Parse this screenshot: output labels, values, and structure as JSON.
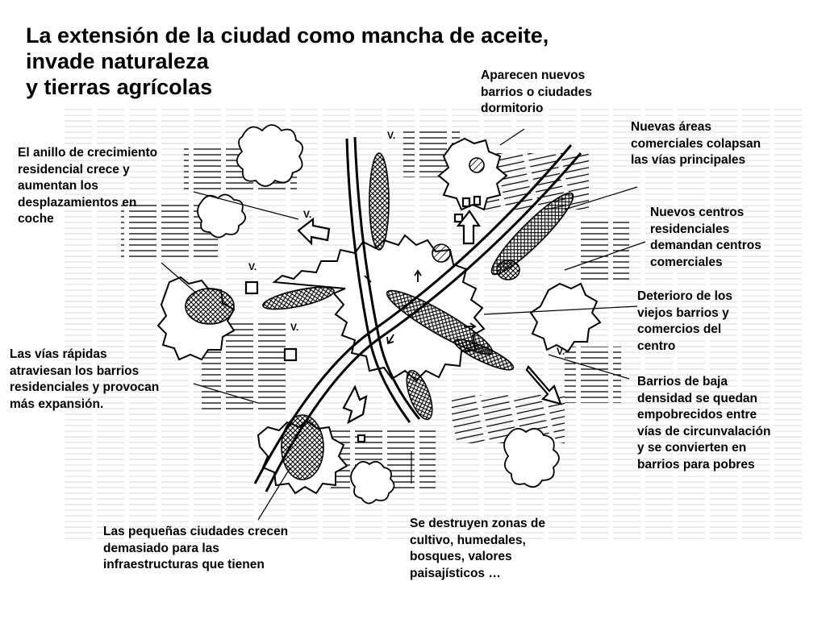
{
  "title": {
    "lines": [
      "La extensión de la ciudad como mancha de aceite,",
      "invade naturaleza",
      "y tierras agrícolas"
    ]
  },
  "labels": {
    "ring_growth": [
      "El anillo de crecimiento",
      "residencial crece y",
      "aumentan los",
      "desplazamientos en",
      "coche"
    ],
    "fast_roads": [
      "Las vías rápidas",
      "atraviesan los barrios",
      "residenciales y provocan",
      "más expansión."
    ],
    "small_towns": [
      "Las pequeñas ciudades crecen",
      "demasiado para las",
      "infraestructuras que tienen"
    ],
    "destroy_zones": [
      "Se destruyen zonas de",
      "cultivo, humedales,",
      "bosques, valores",
      "paisajísticos …"
    ],
    "new_neighborhoods": [
      "Aparecen nuevos",
      "barrios o ciudades",
      "dormitorio"
    ],
    "commercial_areas": [
      "Nuevas áreas",
      "comerciales colapsan",
      "las vías principales"
    ],
    "residential_centers": [
      "Nuevos centros",
      "residenciales",
      "demandan centros",
      "comerciales"
    ],
    "old_center": [
      "Deterioro de los",
      "viejos barrios y",
      "comercios del",
      "centro"
    ],
    "low_density": [
      "Barrios de baja",
      "densidad se quedan",
      "empobrecidos entre",
      "vías de circunvalación",
      "y se convierten en",
      "barrios para pobres"
    ]
  },
  "map_marks": {
    "village": "V."
  }
}
